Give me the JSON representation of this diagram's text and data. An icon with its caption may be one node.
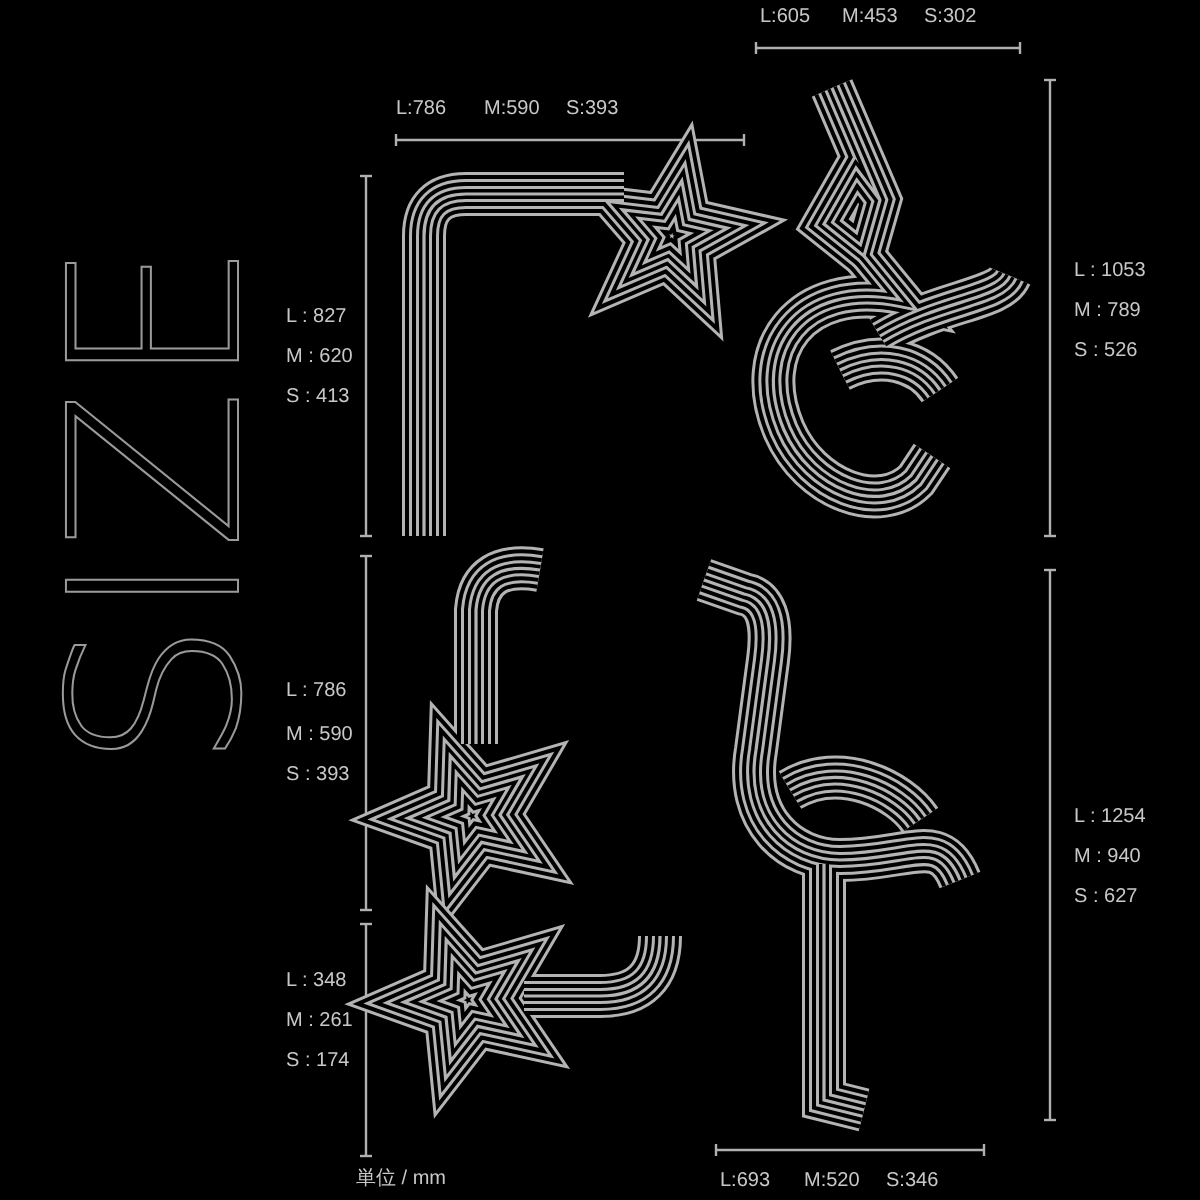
{
  "diagram": {
    "title": "SIZE",
    "labels": [
      "L:605",
      "M:453",
      "S:302",
      "L:786",
      "M:590",
      "S:393",
      "L : 1053",
      "M : 789",
      "S : 526",
      "L : 827",
      "M : 620",
      "S : 413",
      "L : 786",
      "M : 590",
      "S : 393",
      "L : 1254",
      "M : 940",
      "S : 627",
      "L : 348",
      "M : 261",
      "S : 174",
      "単位 / mm",
      "L:693",
      "M:520",
      "S:346"
    ]
  }
}
